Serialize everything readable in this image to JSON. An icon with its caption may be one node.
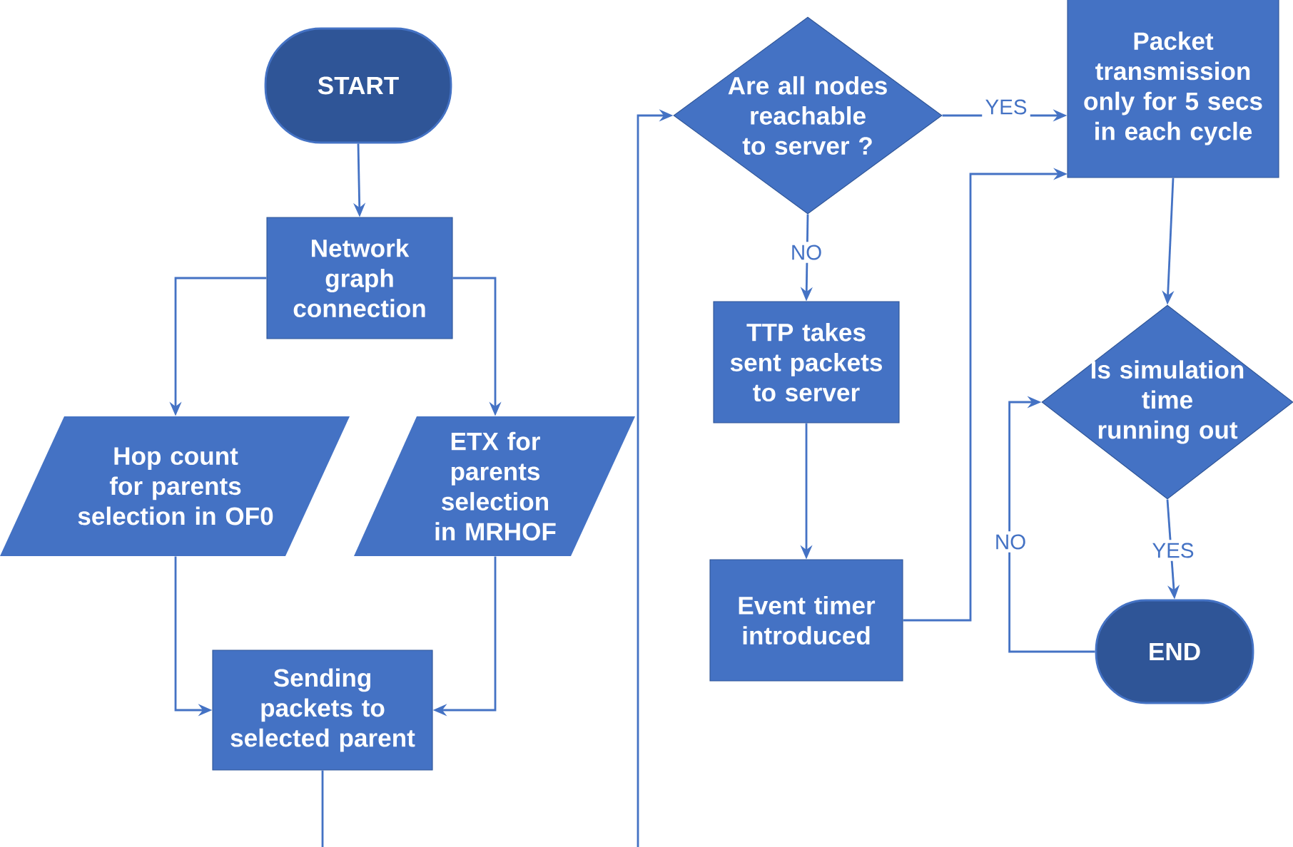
{
  "diagram": {
    "nodes": [
      {
        "text": [
          "START"
        ]
      },
      {
        "text": [
          "Network graph connection"
        ]
      },
      {
        "text": [
          "Hop count for parents selection in OF0"
        ]
      },
      {
        "text": [
          "ETX for parents selection in MRHOF"
        ]
      },
      {
        "text": [
          "Sending packets to selected parent"
        ]
      },
      {
        "text": [
          "Are all nodes reachable to server ?"
        ]
      },
      {
        "text": [
          "Packet transmission only for 5 secs in each cycle"
        ]
      },
      {
        "text": [
          "TTP takes sent packets to server"
        ]
      },
      {
        "text": [
          "Event timer introduced"
        ]
      },
      {
        "text": [
          "Is simulation time running out"
        ]
      },
      {
        "text": [
          "END"
        ]
      }
    ],
    "edges": [
      {
        "from": 0,
        "to": 1,
        "arrow": "to"
      },
      {
        "from": 1,
        "to": 2,
        "arrow": "to"
      },
      {
        "from": 1,
        "to": 3,
        "arrow": "to"
      },
      {
        "from": 2,
        "to": 4,
        "arrow": "to"
      },
      {
        "from": 3,
        "to": 4,
        "arrow": "to"
      },
      {
        "from": 4,
        "to": null,
        "arrow": "none"
      },
      {
        "from": null,
        "to": 5,
        "arrow": "to"
      },
      {
        "from": 5,
        "to": 6,
        "arrow": "to",
        "label": "YES"
      },
      {
        "from": 5,
        "to": 7,
        "arrow": "to",
        "label": "NO"
      },
      {
        "from": 7,
        "to": 8,
        "arrow": "to"
      },
      {
        "from": 8,
        "to": 6,
        "arrow": "to"
      },
      {
        "from": 6,
        "to": 9,
        "arrow": "to"
      },
      {
        "from": 9,
        "to": 10,
        "arrow": "to",
        "label": "YES"
      },
      {
        "from": 10,
        "to": 9,
        "arrow": "to",
        "label": "NO"
      }
    ]
  }
}
